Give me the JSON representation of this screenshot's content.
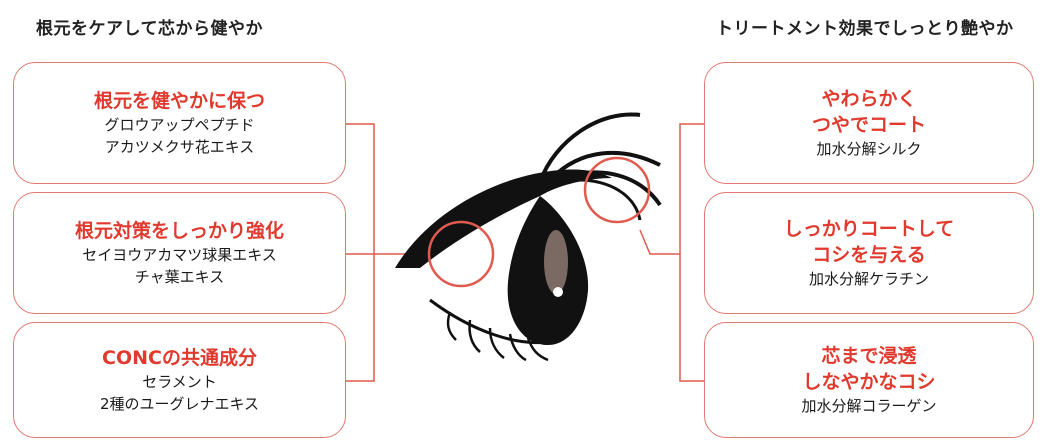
{
  "left": {
    "heading": "根元をケアして芯から健やか",
    "cards": [
      {
        "title": "根元を健やかに保つ",
        "lines": [
          "グロウアップペプチド",
          "アカツメクサ花エキス"
        ]
      },
      {
        "title": "根元対策をしっかり強化",
        "lines": [
          "セイヨウアカマツ球果エキス",
          "チャ葉エキス"
        ]
      },
      {
        "title": "CONCの共通成分",
        "lines": [
          "セラメント",
          "2種のユーグレナエキス"
        ]
      }
    ]
  },
  "right": {
    "heading": "トリートメント効果でしっとり艶やか",
    "cards": [
      {
        "title_lines": [
          "やわらかく",
          "つやでコート"
        ],
        "lines": [
          "加水分解シルク"
        ]
      },
      {
        "title_lines": [
          "しっかりコートして",
          "コシを与える"
        ],
        "lines": [
          "加水分解ケラチン"
        ]
      },
      {
        "title_lines": [
          "芯まで浸透",
          "しなやかなコシ"
        ],
        "lines": [
          "加水分解コラーゲン"
        ]
      }
    ]
  },
  "colors": {
    "accent": "#e03a2e",
    "border": "#e07a72",
    "connector": "#e05a4e",
    "eye": "#111111"
  },
  "icons": [
    "eye-illustration",
    "root-magnifier-circle",
    "tip-magnifier-circle"
  ]
}
